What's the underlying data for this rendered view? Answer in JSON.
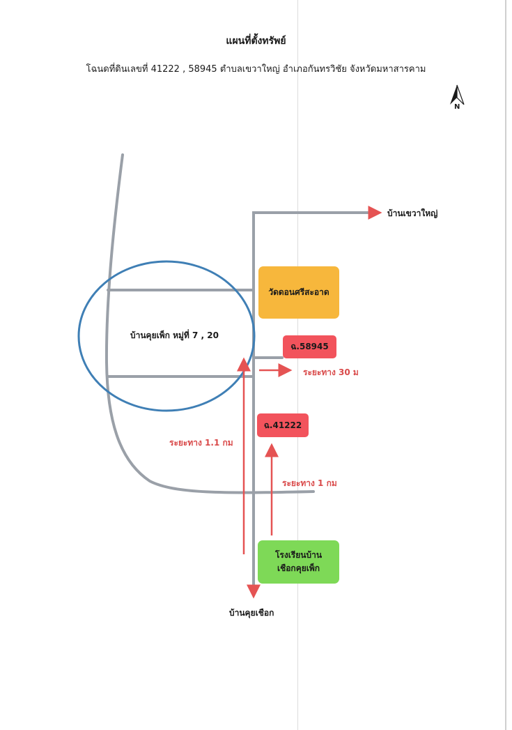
{
  "title": "แผนที่ตั้งทรัพย์",
  "subtitle": "โฉนดที่ดินเลขที่ 41222 , 58945 ตำบลเขวาใหญ่ อำเภอกันทรวิชัย จังหวัดมหาสารคาม",
  "north": {
    "label": "N",
    "icon": "north-arrow-icon"
  },
  "places": {
    "village_circle": "บ้านคุยเพ็ก หมู่ที่ 7  , 20",
    "temple": "วัดดอนศรีสะอาด",
    "school_line1": "โรงเรียนบ้าน",
    "school_line2": "เชือกคุยเพ็ก",
    "parcel_58945": "ฉ.58945",
    "parcel_41222": "ฉ.41222"
  },
  "destinations": {
    "north_east": "บ้านเขวาใหญ่",
    "south": "บ้านคุยเชือก"
  },
  "distances": {
    "d_30m": "ระยะทาง 30 ม",
    "d_1_1km": "ระยะทาง 1.1 กม",
    "d_1km": "ระยะทาง 1 กม"
  },
  "colors": {
    "road": "#9aa0a8",
    "arrow": "#e55353",
    "circle": "#3f7fb5",
    "temple_fill": "#f7b73c",
    "parcel_fill": "#f2535c",
    "school_fill": "#7ed957"
  }
}
